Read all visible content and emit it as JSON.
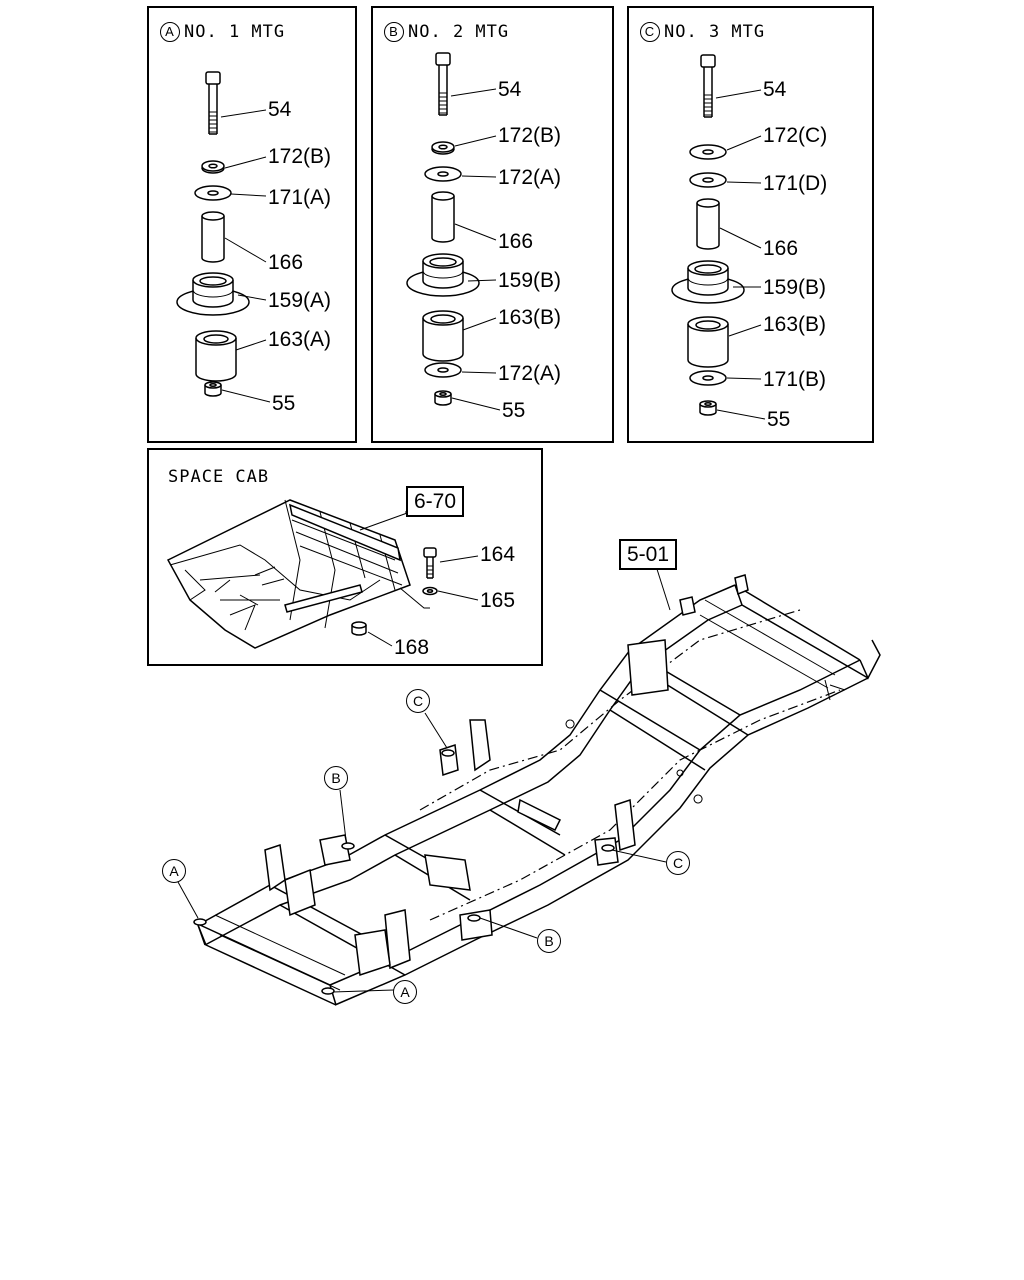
{
  "panels": {
    "a": {
      "circle": "A",
      "title": "NO. 1  MTG",
      "labels": [
        "54",
        "172(B)",
        "171(A)",
        "166",
        "159(A)",
        "163(A)",
        "55"
      ]
    },
    "b": {
      "circle": "B",
      "title": "NO. 2  MTG",
      "labels": [
        "54",
        "172(B)",
        "172(A)",
        "166",
        "159(B)",
        "163(B)",
        "172(A)",
        "55"
      ]
    },
    "c": {
      "circle": "C",
      "title": "NO. 3  MTG",
      "labels": [
        "54",
        "172(C)",
        "171(D)",
        "166",
        "159(B)",
        "163(B)",
        "171(B)",
        "55"
      ]
    }
  },
  "space_cab": {
    "title": "SPACE CAB",
    "ref": "6-70",
    "labels": [
      "164",
      "165",
      "168"
    ]
  },
  "frame": {
    "ref": "5-01",
    "callouts": [
      "C",
      "B",
      "A",
      "C",
      "B",
      "A"
    ]
  }
}
